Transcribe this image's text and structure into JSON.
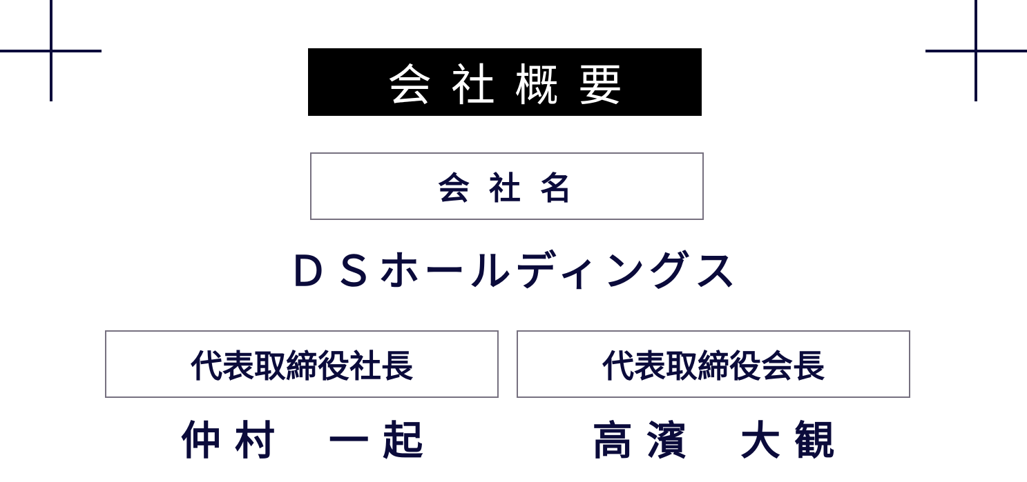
{
  "colors": {
    "navy": "#0b0b3b",
    "title_bg": "#000000",
    "box_border": "#76707f"
  },
  "title": "会社概要",
  "company": {
    "label": "会 社 名",
    "value": "ＤＳホールディングス"
  },
  "representatives": [
    {
      "role": "代表取締役社長",
      "name": "仲 村　 一 起"
    },
    {
      "role": "代表取締役会長",
      "name": "高 濱　 大 観"
    }
  ]
}
